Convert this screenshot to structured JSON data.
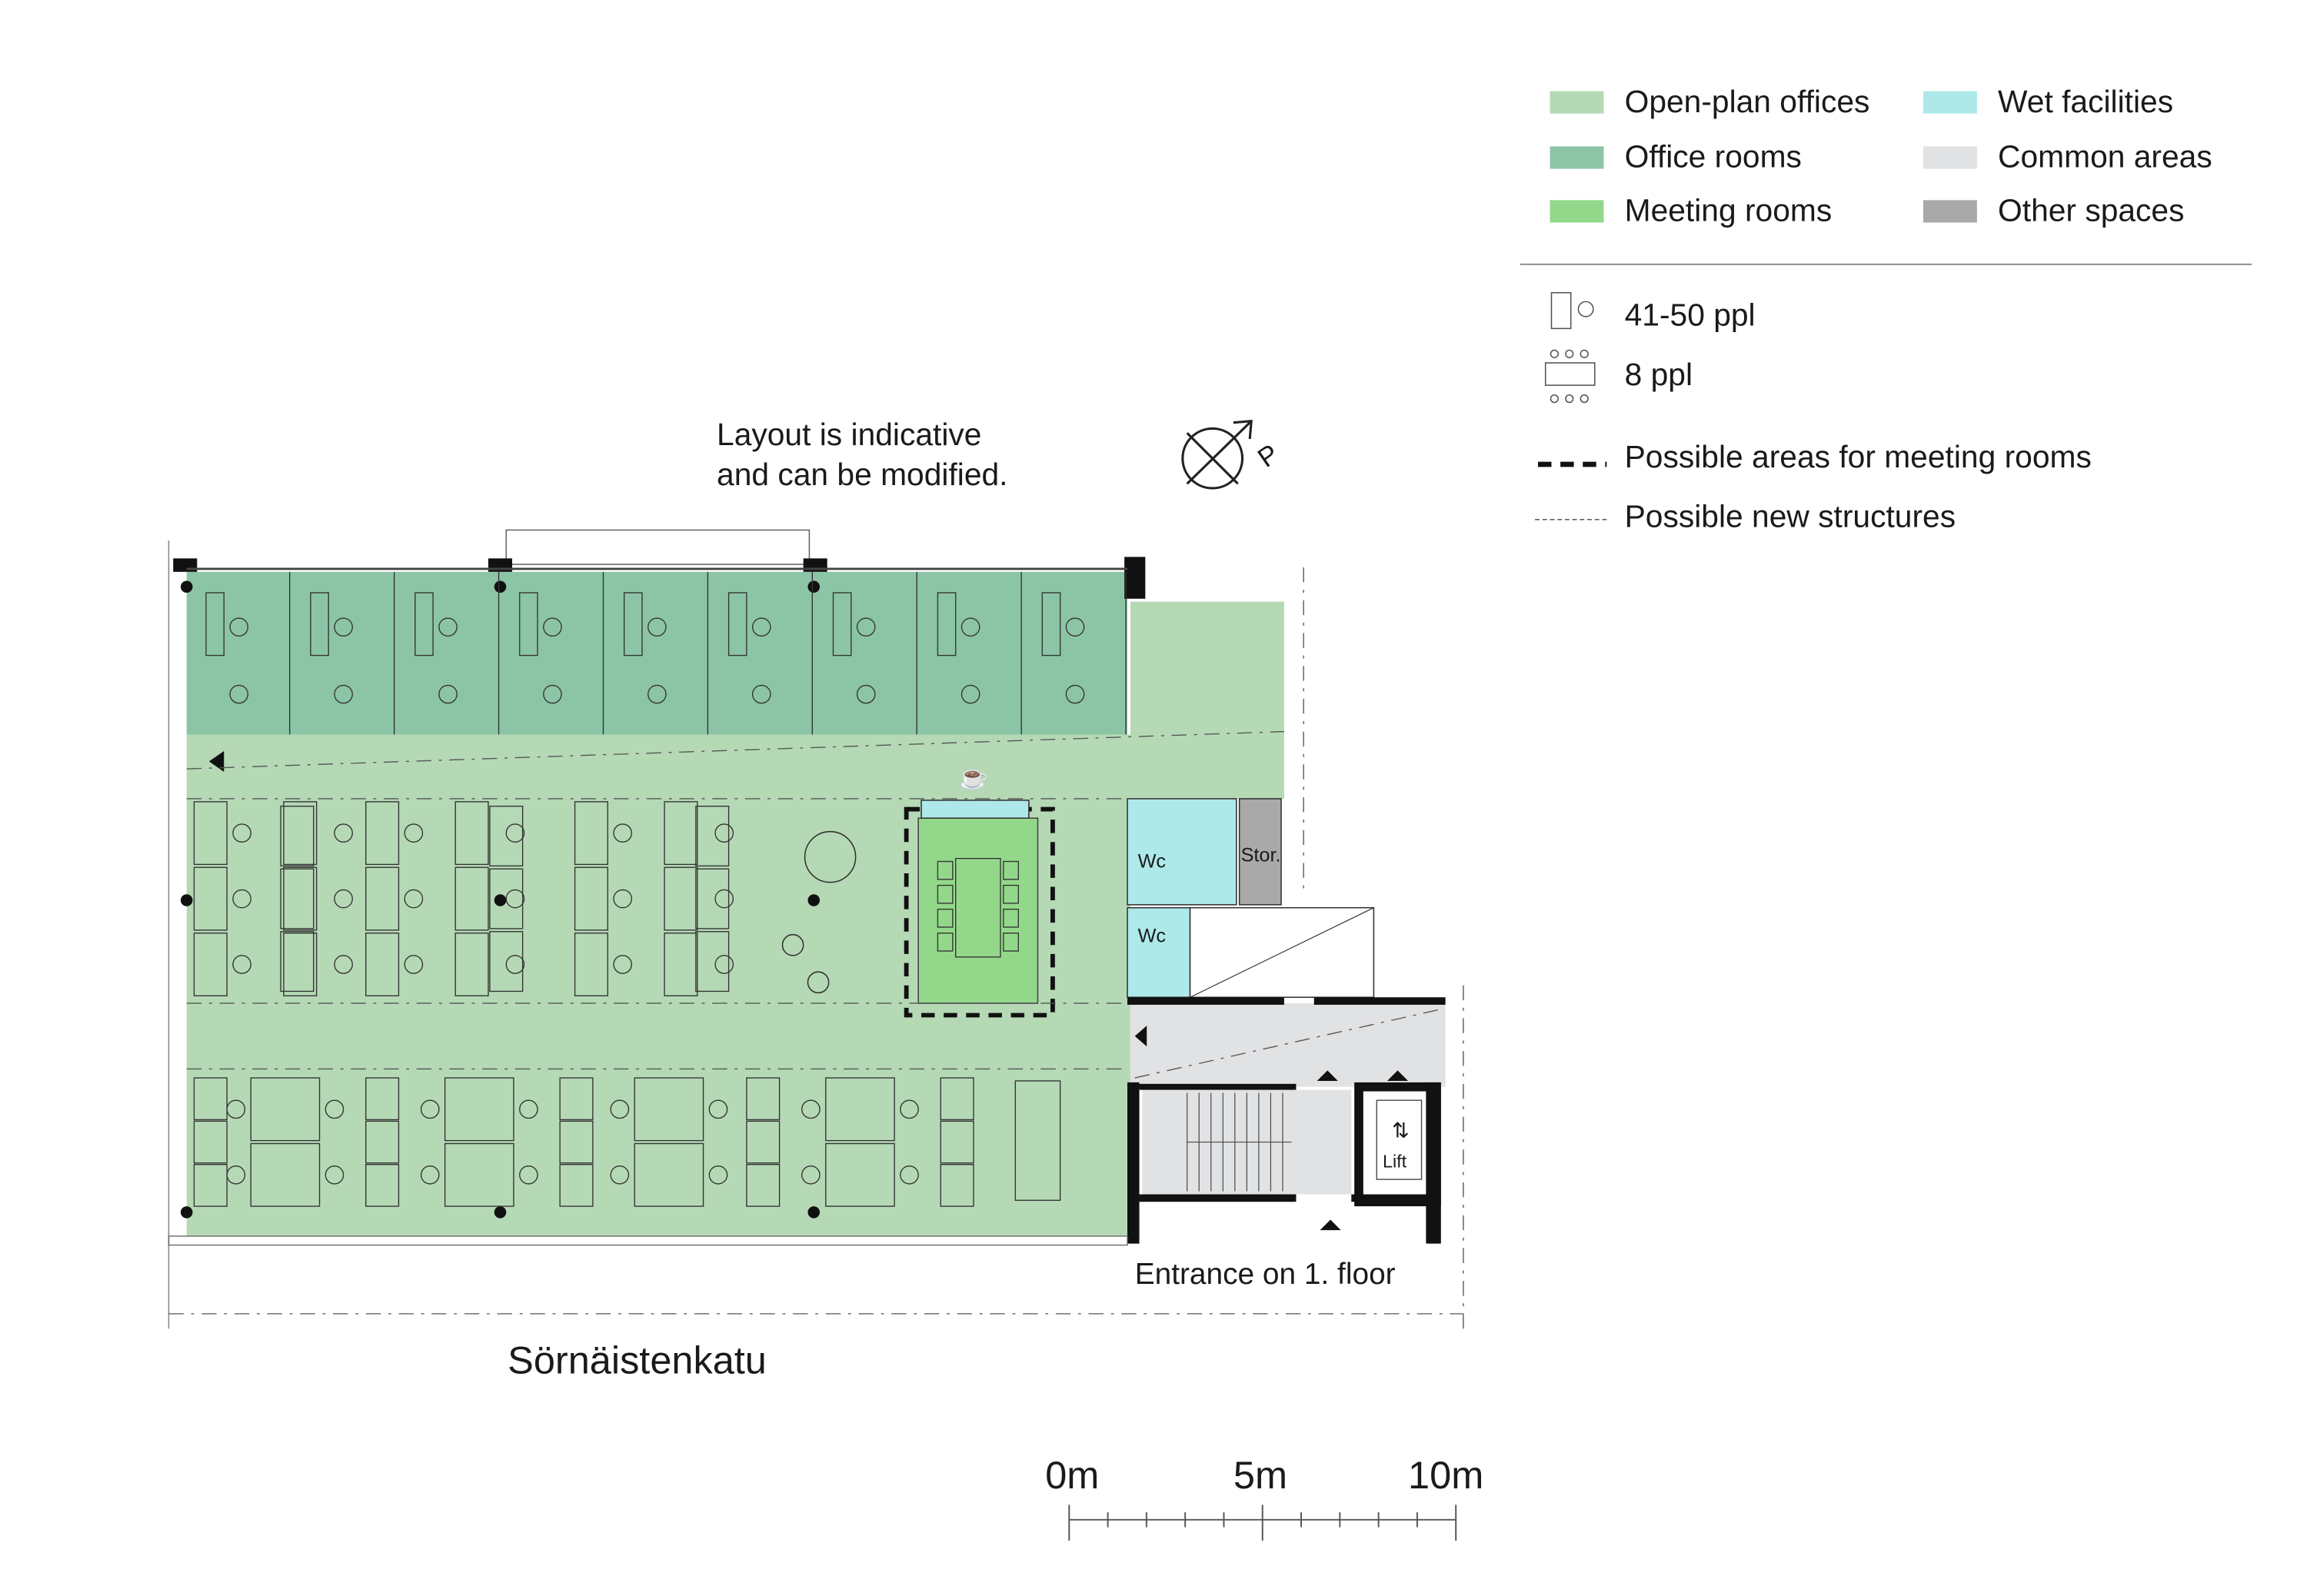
{
  "note": {
    "line1": "Layout is indicative",
    "line2": "and can be modified."
  },
  "compass": {
    "label": "P"
  },
  "street": "Sörnäistenkatu",
  "entrance": "Entrance on 1. floor",
  "rooms": {
    "wc1": "Wc",
    "wc2": "Wc",
    "storage": "Stor.",
    "lift": "Lift"
  },
  "scale_bar": {
    "labels": [
      "0m",
      "5m",
      "10m"
    ]
  },
  "legend": {
    "areas": [
      {
        "label": "Open-plan offices",
        "color": "#b5d9b5"
      },
      {
        "label": "Office rooms",
        "color": "#8cc5a6"
      },
      {
        "label": "Meeting rooms",
        "color": "#93d88a"
      },
      {
        "label": "Wet facilities",
        "color": "#aee9ea"
      },
      {
        "label": "Common areas",
        "color": "#e1e2e4"
      },
      {
        "label": "Other spaces",
        "color": "#a9a9a9"
      }
    ],
    "capacity": [
      {
        "label": "41-50 ppl"
      },
      {
        "label": "8 ppl"
      }
    ],
    "lines": [
      {
        "label": "Possible areas for meeting rooms"
      },
      {
        "label": "Possible new structures"
      }
    ]
  }
}
